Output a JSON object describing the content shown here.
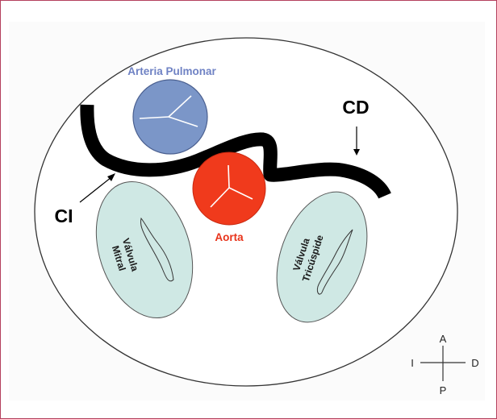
{
  "labels": {
    "pulmonary_artery": "Arteria Pulmonar",
    "aorta": "Aorta",
    "right_coronary": "CD",
    "left_coronary": "CI",
    "mitral_valve_line1": "Válvula",
    "mitral_valve_line2": "Mitral",
    "tricuspid_valve_line1": "Válvula",
    "tricuspid_valve_line2": "Tricúspide"
  },
  "compass": {
    "anterior": "A",
    "posterior": "P",
    "left": "I",
    "right": "D"
  },
  "colors": {
    "frame_border": "#b5405e",
    "pulmonary_artery_fill": "#7b96c8",
    "pulmonary_label": "#6f82c4",
    "aorta_fill": "#f03a1c",
    "aorta_label": "#e8331a",
    "valve_fill": "#cfe8e4",
    "coronary_band": "#000000"
  }
}
